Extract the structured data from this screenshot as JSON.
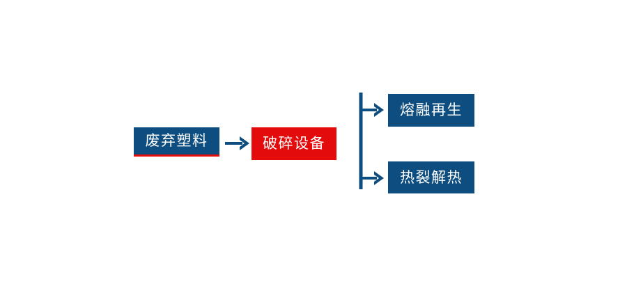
{
  "diagram": {
    "title": "",
    "type": "process-flow",
    "background_color": "#FFFFFF",
    "colors": {
      "primary_blue": "#0D4D7F",
      "accent_red": "#E30B0B",
      "text_on_fill": "#FFFFFF"
    },
    "nodes": [
      {
        "id": "source",
        "label": "废弃塑料",
        "fill": "#0D4D7F",
        "accent_border": "#E30B0B",
        "role": "input"
      },
      {
        "id": "process",
        "label": "破碎设备",
        "fill": "#E30B0B",
        "role": "equipment"
      },
      {
        "id": "outcome-1",
        "label": "熔融再生",
        "fill": "#0D4D7F",
        "role": "output"
      },
      {
        "id": "outcome-2",
        "label": "热裂解热",
        "fill": "#0D4D7F",
        "role": "output"
      }
    ],
    "connectors": [
      {
        "id": "main-arrow",
        "from": "source",
        "to": "process",
        "glyph": "→",
        "color": "#0D4D7F"
      },
      {
        "id": "branch-top",
        "from": "process",
        "to": "outcome-1",
        "glyph": "→",
        "color": "#0D4D7F"
      },
      {
        "id": "branch-bottom",
        "from": "process",
        "to": "outcome-2",
        "glyph": "→",
        "color": "#0D4D7F"
      }
    ]
  }
}
